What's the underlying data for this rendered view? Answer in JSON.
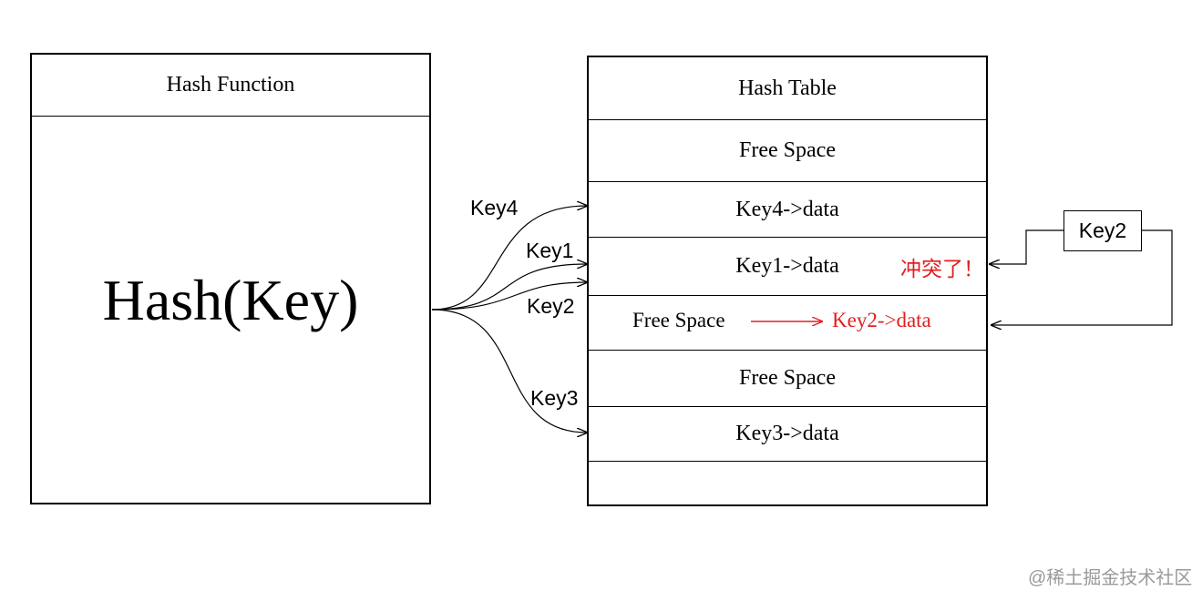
{
  "hash_function": {
    "title": "Hash Function",
    "expression": "Hash(Key)"
  },
  "hash_table": {
    "title": "Hash Table",
    "rows": [
      "Free Space",
      "Key4->data",
      "Key1->data",
      "Free Space",
      "Free Space",
      "Key3->data",
      ""
    ]
  },
  "arrow_labels": {
    "key4": "Key4",
    "key1": "Key1",
    "key2": "Key2",
    "key3": "Key3"
  },
  "collision": {
    "label": "冲突了！",
    "incoming_key": "Key2",
    "relocated_entry": "Key2->data",
    "color": "#e02020"
  },
  "watermark": "@稀土掘金技术社区"
}
